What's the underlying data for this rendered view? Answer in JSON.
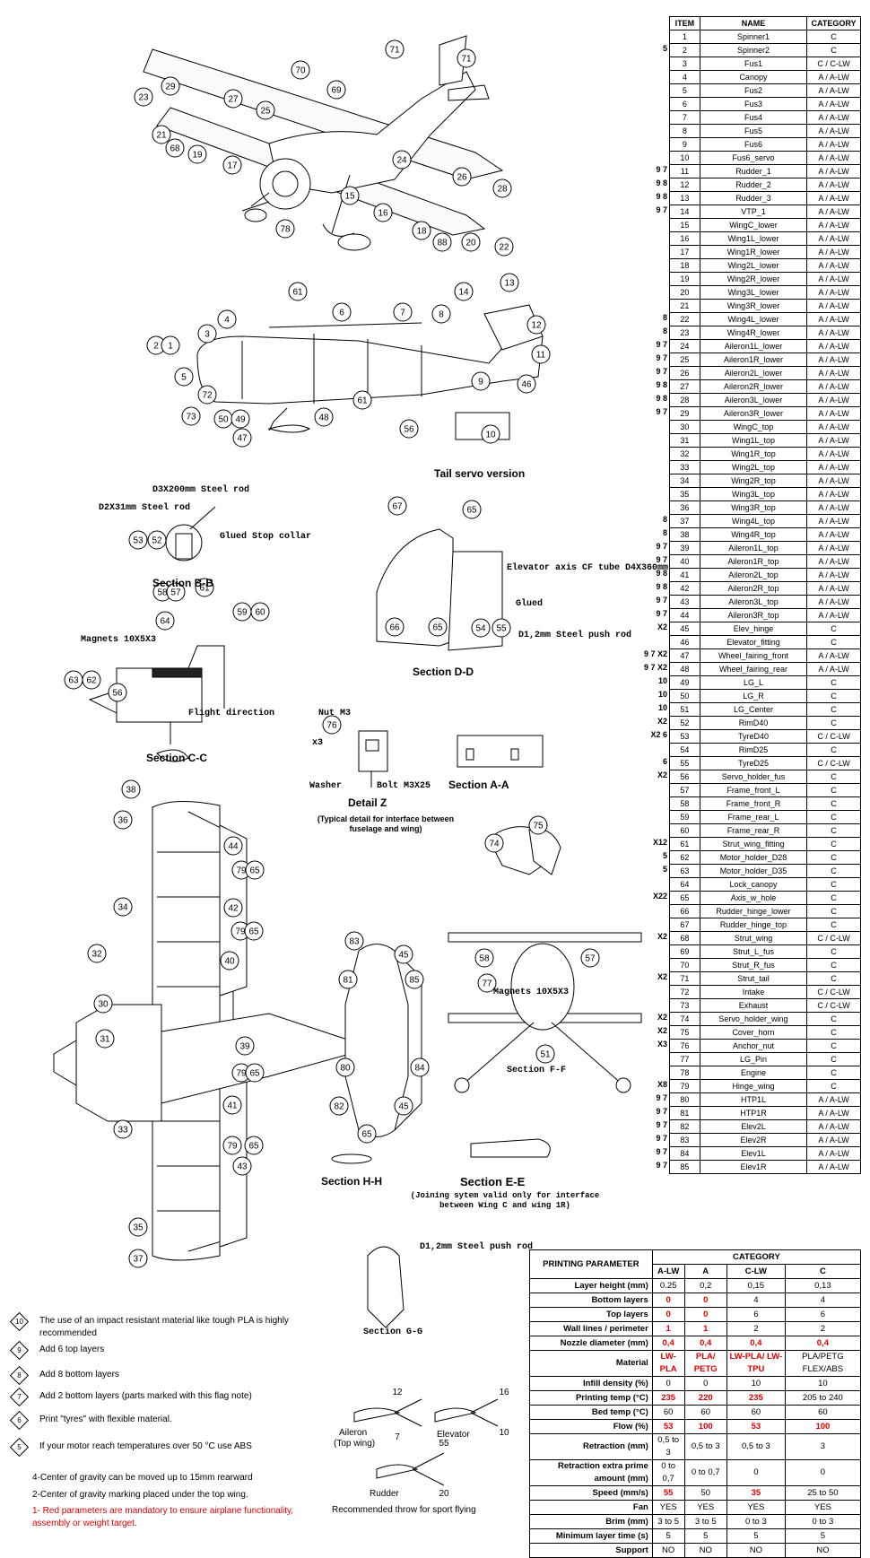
{
  "parts_table": {
    "headers": [
      "ITEM",
      "NAME",
      "CATEGORY"
    ],
    "rows": [
      {
        "item": "1",
        "name": "Spinner1",
        "cat": "C",
        "mark": ""
      },
      {
        "item": "2",
        "name": "Spinner2",
        "cat": "C",
        "mark": "5"
      },
      {
        "item": "3",
        "name": "Fus1",
        "cat": "C / C-LW",
        "mark": ""
      },
      {
        "item": "4",
        "name": "Canopy",
        "cat": "A / A-LW",
        "mark": ""
      },
      {
        "item": "5",
        "name": "Fus2",
        "cat": "A / A-LW",
        "mark": ""
      },
      {
        "item": "6",
        "name": "Fus3",
        "cat": "A / A-LW",
        "mark": ""
      },
      {
        "item": "7",
        "name": "Fus4",
        "cat": "A / A-LW",
        "mark": ""
      },
      {
        "item": "8",
        "name": "Fus5",
        "cat": "A / A-LW",
        "mark": ""
      },
      {
        "item": "9",
        "name": "Fus6",
        "cat": "A / A-LW",
        "mark": ""
      },
      {
        "item": "10",
        "name": "Fus6_servo",
        "cat": "A / A-LW",
        "mark": ""
      },
      {
        "item": "11",
        "name": "Rudder_1",
        "cat": "A / A-LW",
        "mark": "9 7"
      },
      {
        "item": "12",
        "name": "Rudder_2",
        "cat": "A / A-LW",
        "mark": "9 8"
      },
      {
        "item": "13",
        "name": "Rudder_3",
        "cat": "A / A-LW",
        "mark": "9 8"
      },
      {
        "item": "14",
        "name": "VTP_1",
        "cat": "A / A-LW",
        "mark": "9 7"
      },
      {
        "item": "15",
        "name": "WingC_lower",
        "cat": "A / A-LW",
        "mark": ""
      },
      {
        "item": "16",
        "name": "Wing1L_lower",
        "cat": "A / A-LW",
        "mark": ""
      },
      {
        "item": "17",
        "name": "Wing1R_lower",
        "cat": "A / A-LW",
        "mark": ""
      },
      {
        "item": "18",
        "name": "Wing2L_lower",
        "cat": "A / A-LW",
        "mark": ""
      },
      {
        "item": "19",
        "name": "Wing2R_lower",
        "cat": "A / A-LW",
        "mark": ""
      },
      {
        "item": "20",
        "name": "Wing3L_lower",
        "cat": "A / A-LW",
        "mark": ""
      },
      {
        "item": "21",
        "name": "Wing3R_lower",
        "cat": "A / A-LW",
        "mark": ""
      },
      {
        "item": "22",
        "name": "Wing4L_lower",
        "cat": "A / A-LW",
        "mark": "8"
      },
      {
        "item": "23",
        "name": "Wing4R_lower",
        "cat": "A / A-LW",
        "mark": "8"
      },
      {
        "item": "24",
        "name": "Aileron1L_lower",
        "cat": "A / A-LW",
        "mark": "9 7"
      },
      {
        "item": "25",
        "name": "Aileron1R_lower",
        "cat": "A / A-LW",
        "mark": "9 7"
      },
      {
        "item": "26",
        "name": "Aileron2L_lower",
        "cat": "A / A-LW",
        "mark": "9 7"
      },
      {
        "item": "27",
        "name": "Aileron2R_lower",
        "cat": "A / A-LW",
        "mark": "9 8"
      },
      {
        "item": "28",
        "name": "Aileron3L_lower",
        "cat": "A / A-LW",
        "mark": "9 8"
      },
      {
        "item": "29",
        "name": "Aileron3R_lower",
        "cat": "A / A-LW",
        "mark": "9 7"
      },
      {
        "item": "30",
        "name": "WingC_top",
        "cat": "A / A-LW",
        "mark": ""
      },
      {
        "item": "31",
        "name": "Wing1L_top",
        "cat": "A / A-LW",
        "mark": ""
      },
      {
        "item": "32",
        "name": "Wing1R_top",
        "cat": "A / A-LW",
        "mark": ""
      },
      {
        "item": "33",
        "name": "Wing2L_top",
        "cat": "A / A-LW",
        "mark": ""
      },
      {
        "item": "34",
        "name": "Wing2R_top",
        "cat": "A / A-LW",
        "mark": ""
      },
      {
        "item": "35",
        "name": "Wing3L_top",
        "cat": "A / A-LW",
        "mark": ""
      },
      {
        "item": "36",
        "name": "Wing3R_top",
        "cat": "A / A-LW",
        "mark": ""
      },
      {
        "item": "37",
        "name": "Wing4L_top",
        "cat": "A / A-LW",
        "mark": "8"
      },
      {
        "item": "38",
        "name": "Wing4R_top",
        "cat": "A / A-LW",
        "mark": "8"
      },
      {
        "item": "39",
        "name": "Aileron1L_top",
        "cat": "A / A-LW",
        "mark": "9 7"
      },
      {
        "item": "40",
        "name": "Aileron1R_top",
        "cat": "A / A-LW",
        "mark": "9 7"
      },
      {
        "item": "41",
        "name": "Aileron2L_top",
        "cat": "A / A-LW",
        "mark": "9 8"
      },
      {
        "item": "42",
        "name": "Aileron2R_top",
        "cat": "A / A-LW",
        "mark": "9 8"
      },
      {
        "item": "43",
        "name": "Aileron3L_top",
        "cat": "A / A-LW",
        "mark": "9 7"
      },
      {
        "item": "44",
        "name": "Aileron3R_top",
        "cat": "A / A-LW",
        "mark": "9 7"
      },
      {
        "item": "45",
        "name": "Elev_hinge",
        "cat": "C",
        "mark": "X2"
      },
      {
        "item": "46",
        "name": "Elevator_fitting",
        "cat": "C",
        "mark": ""
      },
      {
        "item": "47",
        "name": "Wheel_fairing_front",
        "cat": "A / A-LW",
        "mark": "9 7 X2"
      },
      {
        "item": "48",
        "name": "Wheel_fairing_rear",
        "cat": "A / A-LW",
        "mark": "9 7 X2"
      },
      {
        "item": "49",
        "name": "LG_L",
        "cat": "C",
        "mark": "10"
      },
      {
        "item": "50",
        "name": "LG_R",
        "cat": "C",
        "mark": "10"
      },
      {
        "item": "51",
        "name": "LG_Center",
        "cat": "C",
        "mark": "10"
      },
      {
        "item": "52",
        "name": "RimD40",
        "cat": "C",
        "mark": "X2"
      },
      {
        "item": "53",
        "name": "TyreD40",
        "cat": "C / C-LW",
        "mark": "X2 6"
      },
      {
        "item": "54",
        "name": "RimD25",
        "cat": "C",
        "mark": ""
      },
      {
        "item": "55",
        "name": "TyreD25",
        "cat": "C / C-LW",
        "mark": "6"
      },
      {
        "item": "56",
        "name": "Servo_holder_fus",
        "cat": "C",
        "mark": "X2"
      },
      {
        "item": "57",
        "name": "Frame_front_L",
        "cat": "C",
        "mark": ""
      },
      {
        "item": "58",
        "name": "Frame_front_R",
        "cat": "C",
        "mark": ""
      },
      {
        "item": "59",
        "name": "Frame_rear_L",
        "cat": "C",
        "mark": ""
      },
      {
        "item": "60",
        "name": "Frame_rear_R",
        "cat": "C",
        "mark": ""
      },
      {
        "item": "61",
        "name": "Strut_wing_fitting",
        "cat": "C",
        "mark": "X12"
      },
      {
        "item": "62",
        "name": "Motor_holder_D28",
        "cat": "C",
        "mark": "5"
      },
      {
        "item": "63",
        "name": "Motor_holder_D35",
        "cat": "C",
        "mark": "5"
      },
      {
        "item": "64",
        "name": "Lock_canopy",
        "cat": "C",
        "mark": ""
      },
      {
        "item": "65",
        "name": "Axis_w_hole",
        "cat": "C",
        "mark": "X22"
      },
      {
        "item": "66",
        "name": "Rudder_hinge_lower",
        "cat": "C",
        "mark": ""
      },
      {
        "item": "67",
        "name": "Rudder_hinge_top",
        "cat": "C",
        "mark": ""
      },
      {
        "item": "68",
        "name": "Strut_wing",
        "cat": "C / C-LW",
        "mark": "X2"
      },
      {
        "item": "69",
        "name": "Strut_L_fus",
        "cat": "C",
        "mark": ""
      },
      {
        "item": "70",
        "name": "Strut_R_fus",
        "cat": "C",
        "mark": ""
      },
      {
        "item": "71",
        "name": "Strut_tail",
        "cat": "C",
        "mark": "X2"
      },
      {
        "item": "72",
        "name": "Intake",
        "cat": "C / C-LW",
        "mark": ""
      },
      {
        "item": "73",
        "name": "Exhaust",
        "cat": "C / C-LW",
        "mark": ""
      },
      {
        "item": "74",
        "name": "Servo_holder_wing",
        "cat": "C",
        "mark": "X2"
      },
      {
        "item": "75",
        "name": "Cover_horn",
        "cat": "C",
        "mark": "X2"
      },
      {
        "item": "76",
        "name": "Anchor_nut",
        "cat": "C",
        "mark": "X3"
      },
      {
        "item": "77",
        "name": "LG_Pin",
        "cat": "C",
        "mark": ""
      },
      {
        "item": "78",
        "name": "Engine",
        "cat": "C",
        "mark": ""
      },
      {
        "item": "79",
        "name": "Hinge_wing",
        "cat": "C",
        "mark": "X8"
      },
      {
        "item": "80",
        "name": "HTP1L",
        "cat": "A / A-LW",
        "mark": "9 7"
      },
      {
        "item": "81",
        "name": "HTP1R",
        "cat": "A / A-LW",
        "mark": "9 7"
      },
      {
        "item": "82",
        "name": "Elev2L",
        "cat": "A / A-LW",
        "mark": "9 7"
      },
      {
        "item": "83",
        "name": "Elev2R",
        "cat": "A / A-LW",
        "mark": "9 7"
      },
      {
        "item": "84",
        "name": "Elev1L",
        "cat": "A / A-LW",
        "mark": "9 7"
      },
      {
        "item": "85",
        "name": "Elev1R",
        "cat": "A / A-LW",
        "mark": "9 7"
      }
    ]
  },
  "params_table": {
    "title": "PRINTING PARAMETER",
    "category_header": "CATEGORY",
    "columns": [
      "A-LW",
      "A",
      "C-LW",
      "C"
    ],
    "rows": [
      {
        "name": "Layer height (mm)",
        "vals": [
          "0.25",
          "0,2",
          "0,15",
          "0,13"
        ],
        "red": [
          false,
          false,
          false,
          false
        ]
      },
      {
        "name": "Bottom layers",
        "vals": [
          "0",
          "0",
          "4",
          "4"
        ],
        "red": [
          true,
          true,
          false,
          false
        ]
      },
      {
        "name": "Top layers",
        "vals": [
          "0",
          "0",
          "6",
          "6"
        ],
        "red": [
          true,
          true,
          false,
          false
        ]
      },
      {
        "name": "Wall lines / perimeter",
        "vals": [
          "1",
          "1",
          "2",
          "2"
        ],
        "red": [
          true,
          true,
          false,
          false
        ]
      },
      {
        "name": "Nozzle diameter (mm)",
        "vals": [
          "0,4",
          "0,4",
          "0,4",
          "0,4"
        ],
        "red": [
          true,
          true,
          true,
          true
        ]
      },
      {
        "name": "Material",
        "vals": [
          "LW-PLA",
          "PLA/ PETG",
          "LW-PLA/ LW-TPU",
          "PLA/PETG FLEX/ABS"
        ],
        "red": [
          true,
          true,
          true,
          false
        ]
      },
      {
        "name": "Infill density (%)",
        "vals": [
          "0",
          "0",
          "10",
          "10"
        ],
        "red": [
          false,
          false,
          false,
          false
        ]
      },
      {
        "name": "Printing temp (°C)",
        "vals": [
          "235",
          "220",
          "235",
          "205 to 240"
        ],
        "red": [
          true,
          true,
          true,
          false
        ]
      },
      {
        "name": "Bed temp (°C)",
        "vals": [
          "60",
          "60",
          "60",
          "60"
        ],
        "red": [
          false,
          false,
          false,
          false
        ]
      },
      {
        "name": "Flow (%)",
        "vals": [
          "53",
          "100",
          "53",
          "100"
        ],
        "red": [
          true,
          true,
          true,
          true
        ]
      },
      {
        "name": "Retraction (mm)",
        "vals": [
          "0,5 to 3",
          "0,5 to 3",
          "0,5 to 3",
          "3"
        ],
        "red": [
          false,
          false,
          false,
          false
        ]
      },
      {
        "name": "Retraction extra prime amount (mm)",
        "vals": [
          "0 to 0,7",
          "0 to 0,7",
          "0",
          "0"
        ],
        "red": [
          false,
          false,
          false,
          false
        ]
      },
      {
        "name": "Speed (mm/s)",
        "vals": [
          "55",
          "50",
          "35",
          "25 to 50"
        ],
        "red": [
          true,
          false,
          true,
          false
        ]
      },
      {
        "name": "Fan",
        "vals": [
          "YES",
          "YES",
          "YES",
          "YES"
        ],
        "red": [
          false,
          false,
          false,
          false
        ]
      },
      {
        "name": "Brim (mm)",
        "vals": [
          "3 to 5",
          "3 to 5",
          "0 to 3",
          "0 to 3"
        ],
        "red": [
          false,
          false,
          false,
          false
        ]
      },
      {
        "name": "Minimum layer time (s)",
        "vals": [
          "5",
          "5",
          "5",
          "5"
        ],
        "red": [
          false,
          false,
          false,
          false
        ]
      },
      {
        "name": "Support",
        "vals": [
          "NO",
          "NO",
          "NO",
          "NO"
        ],
        "red": [
          false,
          false,
          false,
          false
        ]
      }
    ]
  },
  "notes": [
    {
      "flag": "10",
      "text": "The use of an impact resistant material like tough PLA is highly recommended",
      "red": false
    },
    {
      "flag": "9",
      "text": "Add 6 top layers",
      "red": false
    },
    {
      "flag": "8",
      "text": "Add 8 bottom layers",
      "red": false
    },
    {
      "flag": "7",
      "text": "Add 2 bottom layers (parts marked with this flag note)",
      "red": false
    },
    {
      "flag": "6",
      "text": "Print \"tyres\" with flexible material.",
      "red": false
    },
    {
      "flag": "5",
      "text": "If your motor reach temperatures over 50 °C use ABS",
      "red": false
    },
    {
      "flag": "",
      "text": "4-Center of gravity can be moved up to 15mm rearward",
      "red": false
    },
    {
      "flag": "",
      "text": "2-Center of gravity marking placed under the top wing.",
      "red": false
    },
    {
      "flag": "",
      "text": "1- Red parameters are mandatory to ensure airplane functionality, assembly or weight target.",
      "red": true
    }
  ],
  "captions": {
    "tail_servo": "Tail servo version",
    "section_bb": "Section B-B",
    "section_cc": "Section C-C",
    "section_dd": "Section D-D",
    "detail_z": "Detail Z",
    "detail_z_sub": "(Typical detail for interface between fuselage and wing)",
    "section_aa": "Section A-A",
    "section_ff": "Section F-F",
    "section_hh": "Section H-H",
    "section_ee": "Section E-E",
    "section_ee_sub": "(Joining sytem valid only for interface between Wing C and wing 1R)",
    "section_gg": "Section G-G",
    "throw_caption": "Recommended throw for sport flying",
    "aileron": "Aileron",
    "aileron_sub": "(Top wing)",
    "elevator": "Elevator",
    "rudder": "Rudder",
    "flight_direction": "Flight direction"
  },
  "annotations": {
    "steel_rod_d3": "D3X200mm Steel rod",
    "steel_rod_d2": "D2X31mm Steel rod",
    "glued_stop": "Glued Stop collar",
    "magnets": "Magnets 10X5X3",
    "elevator_axis": "Elevator axis CF tube D4X360mm",
    "glued": "Glued",
    "push_rod": "D1,2mm Steel push rod",
    "nut": "Nut M3",
    "x3": "x3",
    "washer": "Washer",
    "bolt": "Bolt M3X25",
    "throw_aileron": [
      "12",
      "7"
    ],
    "throw_elevator": [
      "16",
      "10"
    ],
    "throw_rudder": [
      "55",
      "20"
    ]
  },
  "bubbles": [
    "71",
    "71",
    "70",
    "69",
    "29",
    "23",
    "27",
    "25",
    "21",
    "68",
    "19",
    "17",
    "24",
    "26",
    "28",
    "15",
    "16",
    "18",
    "88",
    "20",
    "22",
    "78",
    "61",
    "14",
    "13",
    "6",
    "7",
    "8",
    "4",
    "3",
    "2",
    "1",
    "5",
    "72",
    "73",
    "50",
    "49",
    "47",
    "48",
    "61",
    "12",
    "11",
    "46",
    "9",
    "56",
    "10",
    "53",
    "52",
    "58",
    "57",
    "61",
    "64",
    "59",
    "60",
    "63",
    "62",
    "56",
    "67",
    "65",
    "66",
    "65",
    "54",
    "55",
    "76",
    "74",
    "75",
    "38",
    "36",
    "44",
    "79",
    "65",
    "34",
    "42",
    "79",
    "65",
    "32",
    "40",
    "30",
    "31",
    "39",
    "79",
    "65",
    "41",
    "33",
    "79",
    "65",
    "43",
    "35",
    "37",
    "83",
    "45",
    "81",
    "85",
    "80",
    "84",
    "82",
    "45",
    "58",
    "57",
    "77",
    "51",
    "65"
  ]
}
